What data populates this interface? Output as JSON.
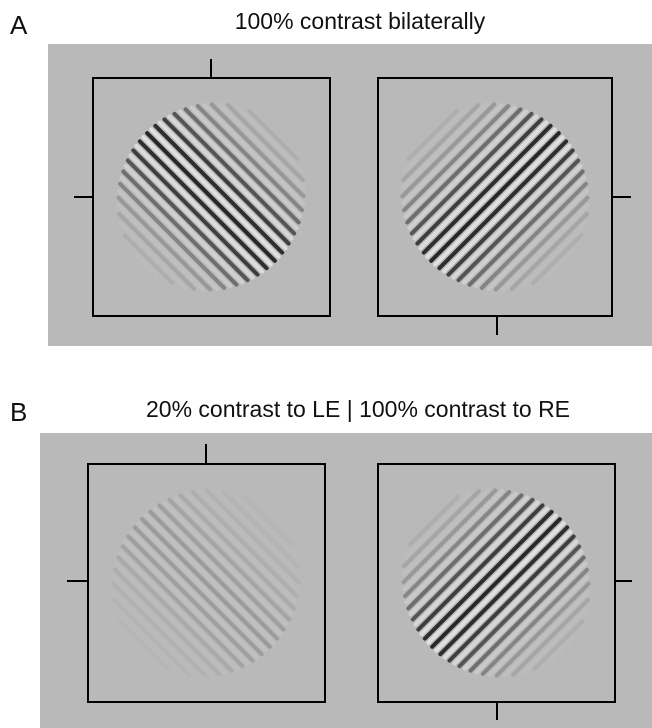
{
  "panels": [
    {
      "letter": "A",
      "title": "100% contrast bilaterally",
      "background": "#b9b9b9",
      "left_eye": {
        "contrast_percent": 100,
        "grating_orientation": "135deg (top-left to bottom-right)",
        "nonius_marks": [
          "top",
          "left"
        ]
      },
      "right_eye": {
        "contrast_percent": 100,
        "grating_orientation": "45deg (bottom-left to top-right)",
        "nonius_marks": [
          "right",
          "bottom"
        ]
      }
    },
    {
      "letter": "B",
      "title": "20% contrast to LE | 100% contrast to RE",
      "background": "#b9b9b9",
      "left_eye": {
        "contrast_percent": 20,
        "grating_orientation": "135deg (top-left to bottom-right)",
        "nonius_marks": [
          "top",
          "left"
        ]
      },
      "right_eye": {
        "contrast_percent": 100,
        "grating_orientation": "45deg (bottom-left to top-right)",
        "nonius_marks": [
          "right",
          "bottom"
        ]
      }
    }
  ]
}
